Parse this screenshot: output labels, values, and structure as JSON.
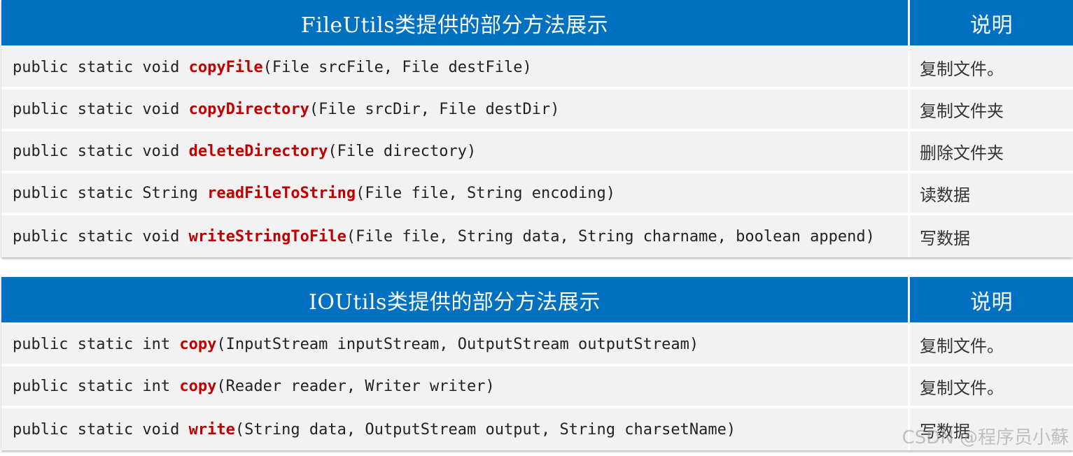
{
  "tables": [
    {
      "header": {
        "title": "FileUtils类提供的部分方法展示",
        "note": "说明"
      },
      "rows": [
        {
          "prefix": "public static void ",
          "method": "copyFile",
          "params": "(File srcFile, File destFile)",
          "desc": "复制文件。"
        },
        {
          "prefix": "public static void ",
          "method": "copyDirectory",
          "params": "(File srcDir, File destDir)",
          "desc": "复制文件夹"
        },
        {
          "prefix": "public static void ",
          "method": "deleteDirectory",
          "params": "(File directory)",
          "desc": "删除文件夹"
        },
        {
          "prefix": "public static String ",
          "method": "readFileToString",
          "params": "(File file, String encoding)",
          "desc": "读数据"
        },
        {
          "prefix": "public static void ",
          "method": "writeStringToFile",
          "params": "(File file, String data, String charname, boolean append)",
          "desc": "写数据"
        }
      ]
    },
    {
      "header": {
        "title": "IOUtils类提供的部分方法展示",
        "note": "说明"
      },
      "rows": [
        {
          "prefix": "public static int ",
          "method": "copy",
          "params": "(InputStream inputStream, OutputStream outputStream)",
          "desc": "复制文件。"
        },
        {
          "prefix": "public static int ",
          "method": "copy",
          "params": "(Reader reader, Writer writer)",
          "desc": "复制文件。"
        },
        {
          "prefix": "public static void ",
          "method": "write",
          "params": "(String data, OutputStream output, String charsetName)",
          "desc": "写数据"
        }
      ]
    }
  ],
  "watermark": "CSDN @程序员小蘇",
  "colors": {
    "header_bg": "#0070c0",
    "row_bg": "#f2f2f2",
    "method_name": "#c00000"
  }
}
